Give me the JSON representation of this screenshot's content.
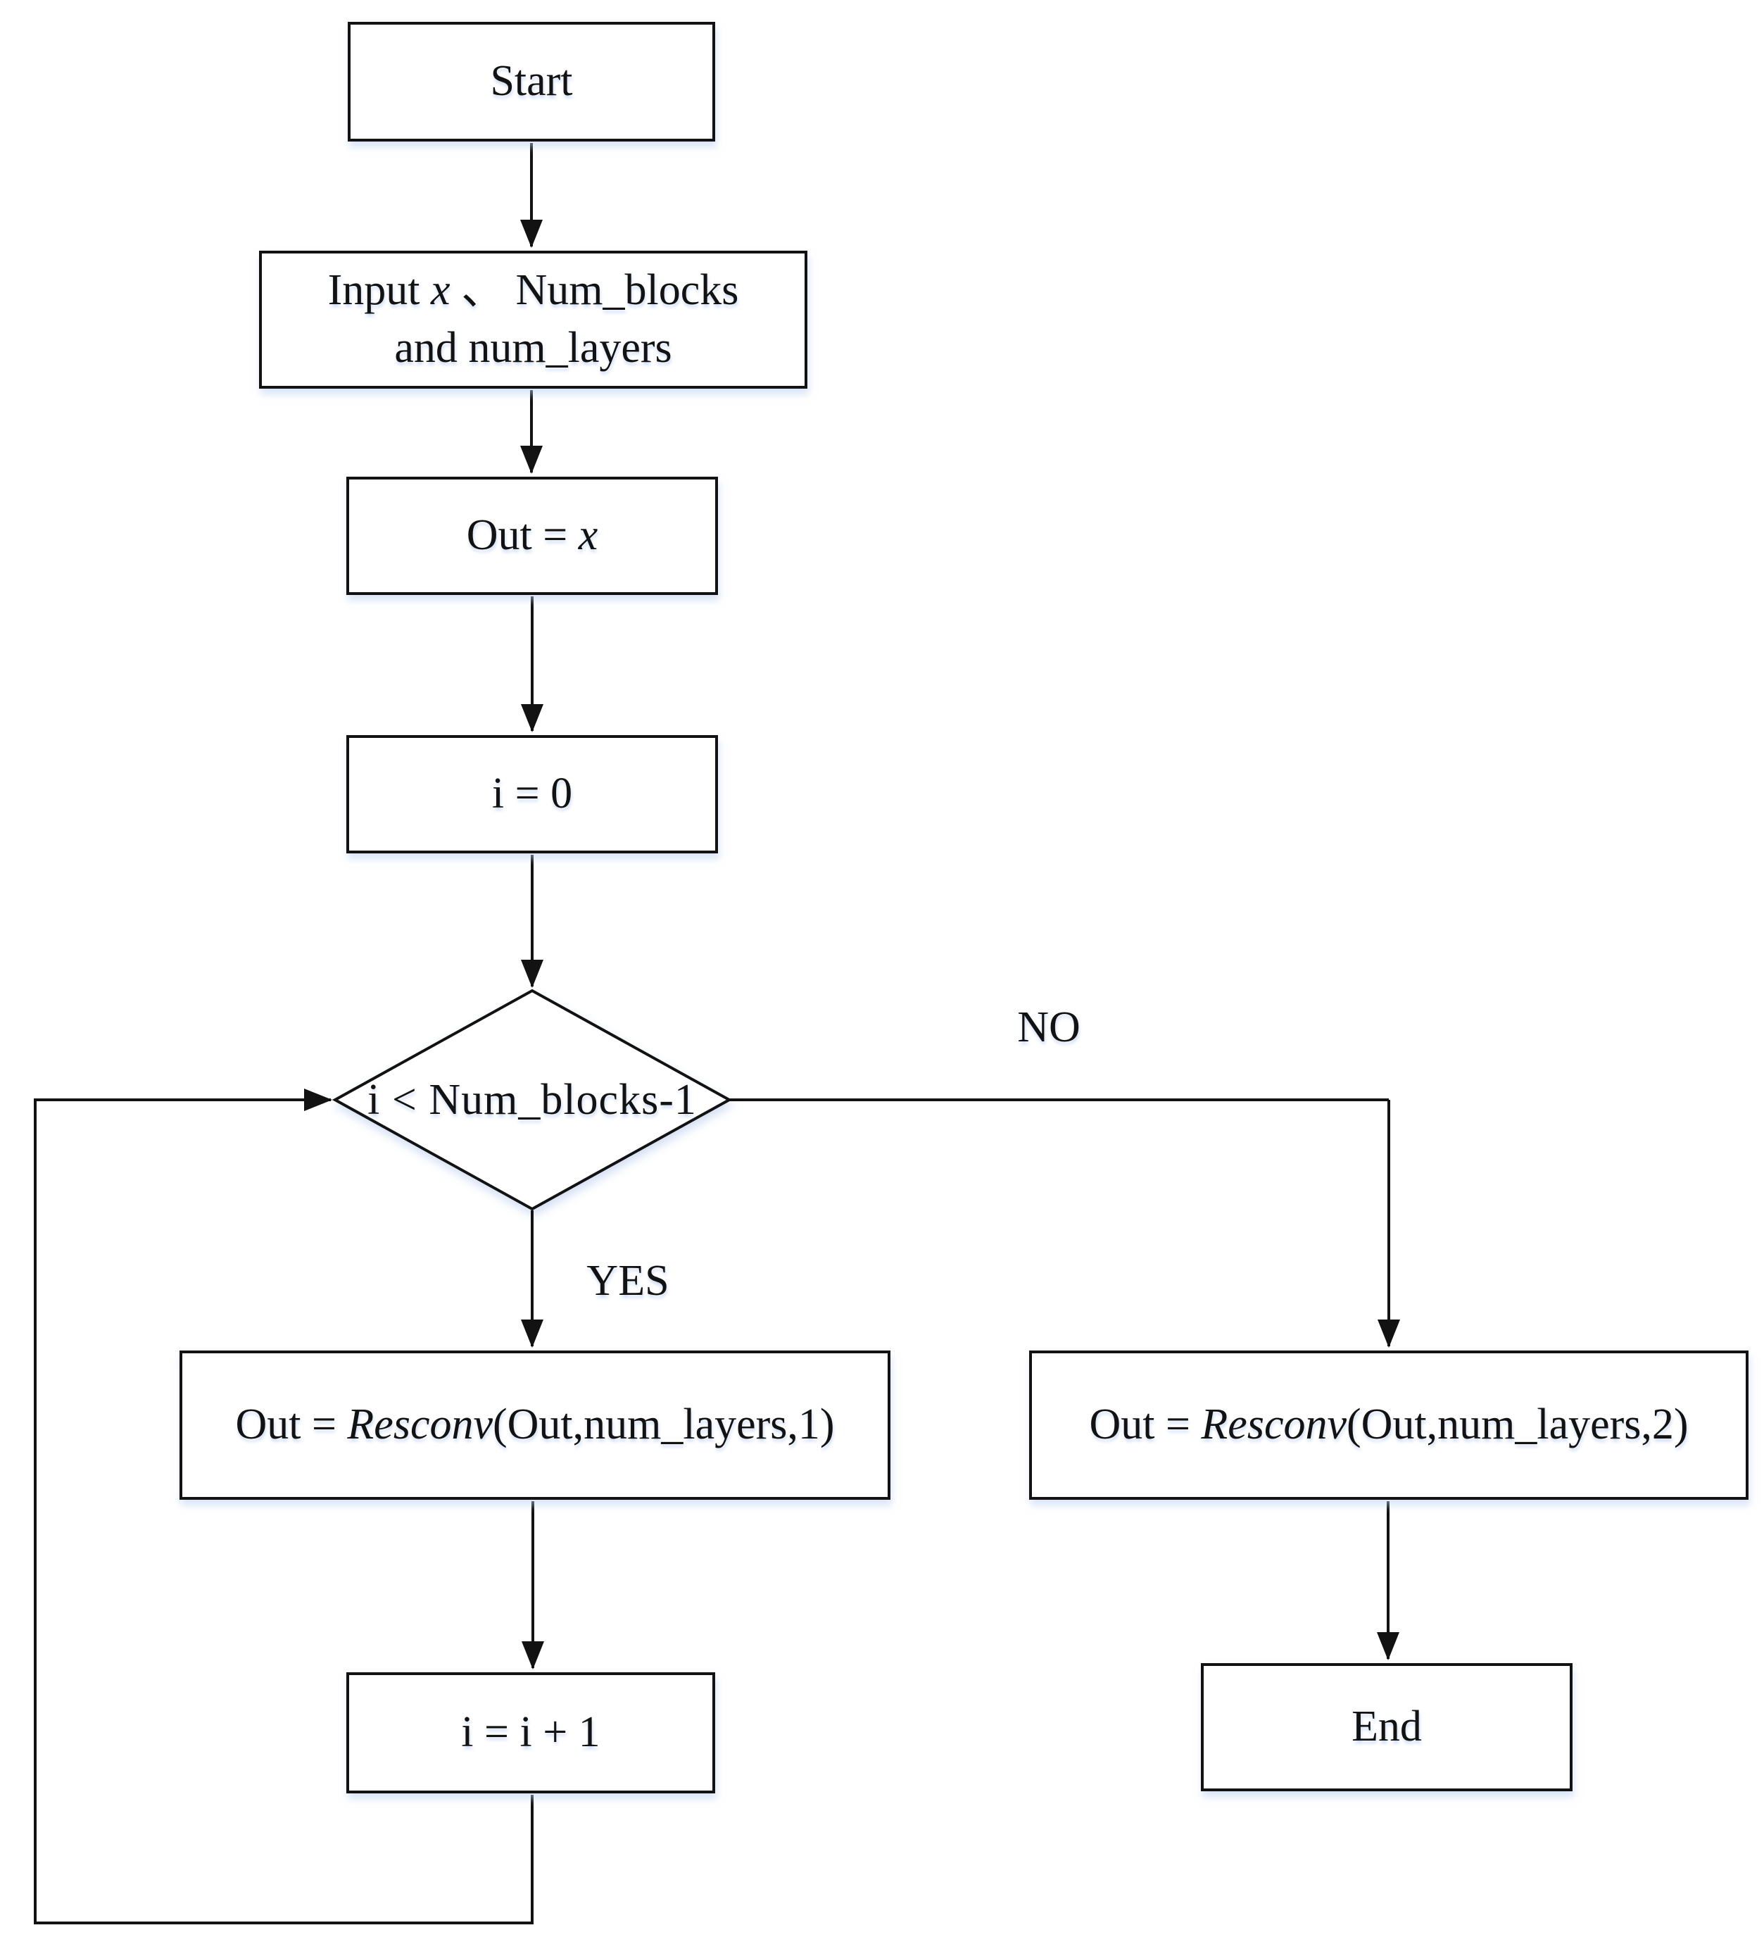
{
  "figure": {
    "type": "flowchart",
    "colors": {
      "line": "#121212",
      "background": "#ffffff",
      "node_fill": "#ffffff",
      "shadow_tint": "#bccff0",
      "text": "#121212"
    },
    "nodes": {
      "start": {
        "label": "Start"
      },
      "input": {
        "prefix": "Input ",
        "variable": "x",
        "suffix": " 、 Num_blocks",
        "line2": "and num_layers"
      },
      "out_x": {
        "prefix": "Out = ",
        "variable": "x"
      },
      "i_zero": {
        "label": "i = 0"
      },
      "decision": {
        "label": "i < Num_blocks-1"
      },
      "resconv1": {
        "prefix": "Out = ",
        "function": "Resconv",
        "args": "(Out,num_layers,1)"
      },
      "resconv2": {
        "prefix": "Out = ",
        "function": "Resconv",
        "args": "(Out,num_layers,2)"
      },
      "increment": {
        "label": "i = i + 1"
      },
      "end": {
        "label": "End"
      }
    },
    "edge_labels": {
      "yes": "YES",
      "no": "NO"
    }
  }
}
